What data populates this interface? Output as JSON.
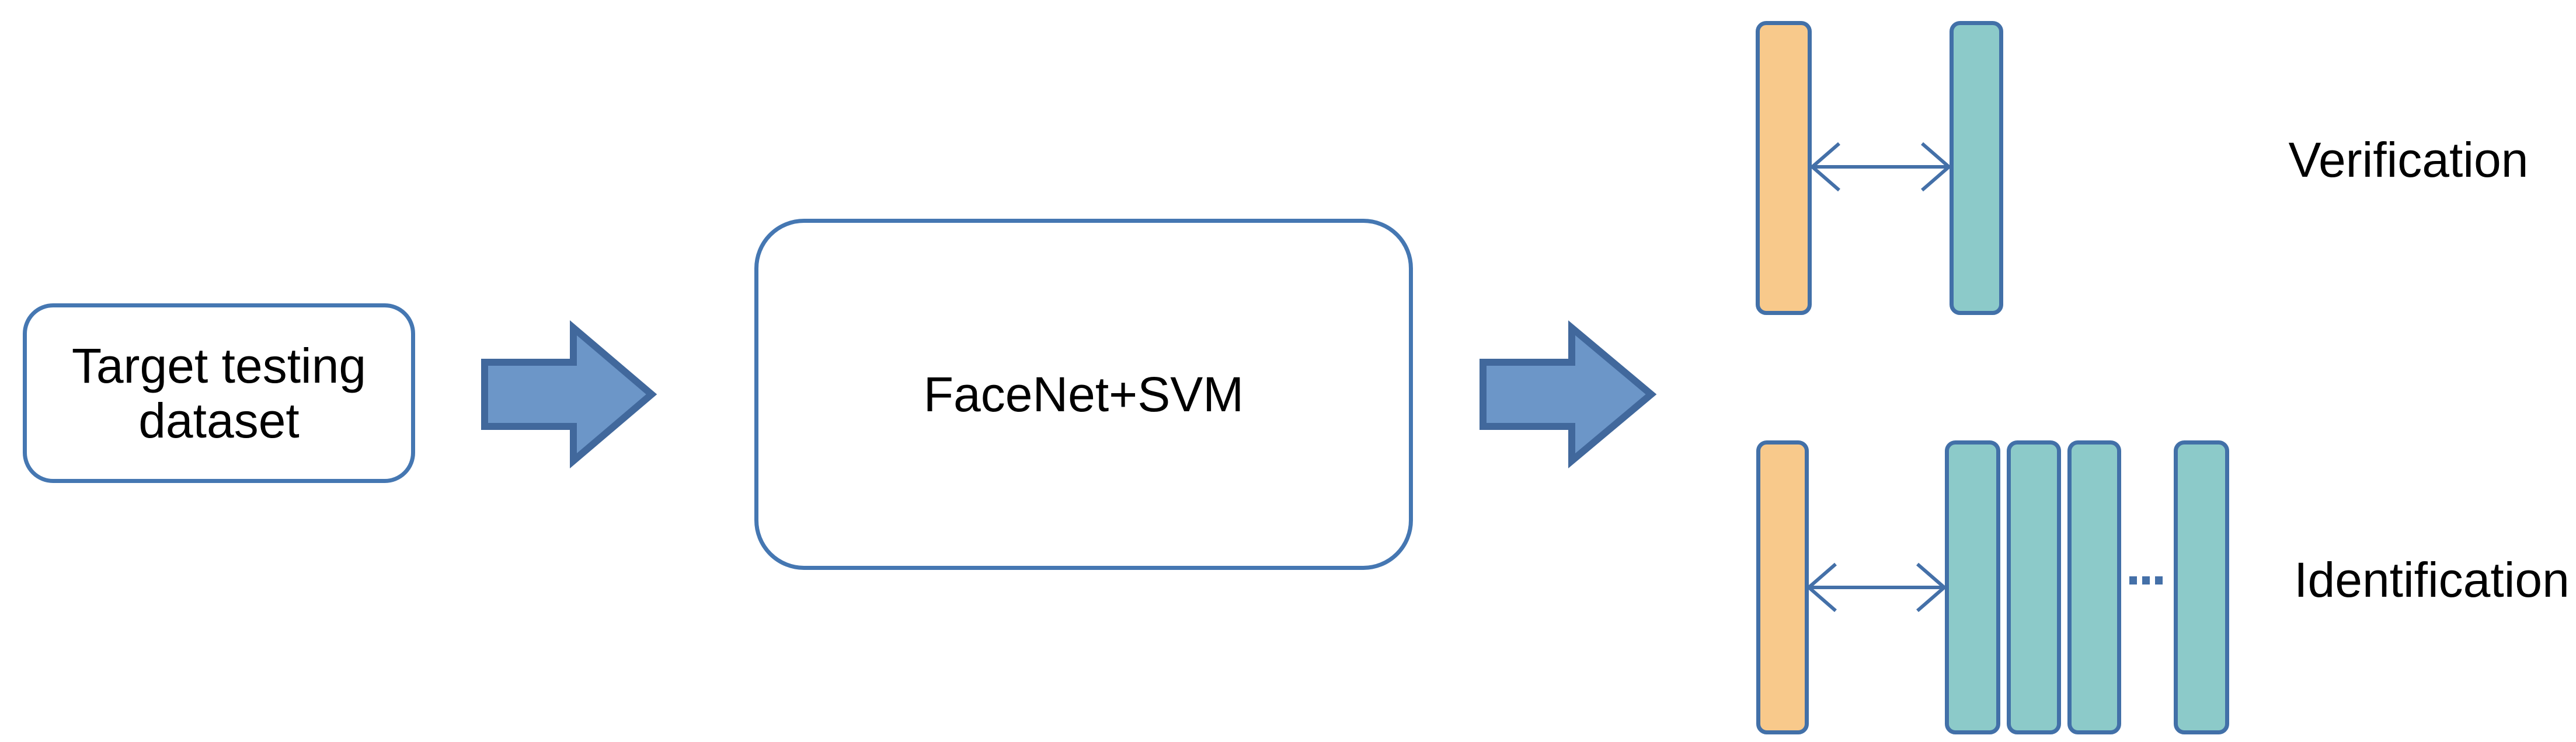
{
  "pipeline": {
    "input_node": {
      "label": "Target testing\ndataset"
    },
    "model_node": {
      "label": "FaceNet+SVM"
    }
  },
  "tasks": {
    "verification": {
      "label": "Verification",
      "probe_bars": 1,
      "gallery_bars": 1
    },
    "identification": {
      "label": "Identification",
      "probe_bars": 1,
      "gallery_bars": 4,
      "ellipsis": "..."
    }
  },
  "icons": {
    "flow_arrow": "right-block-arrow",
    "similarity_arrow": "left-right-double-arrow",
    "ellipsis": "..."
  },
  "colors": {
    "background": "#ffffff",
    "node_border": "#4577b2",
    "bar_border": "#4270a8",
    "flow_arrow_fill": "#6c96c8",
    "flow_arrow_stroke": "#41689c",
    "connector": "#4470a8",
    "probe_bar_fill": "#f8c98b",
    "gallery_bar_fill": "#8ccac9",
    "text": "#000000"
  }
}
